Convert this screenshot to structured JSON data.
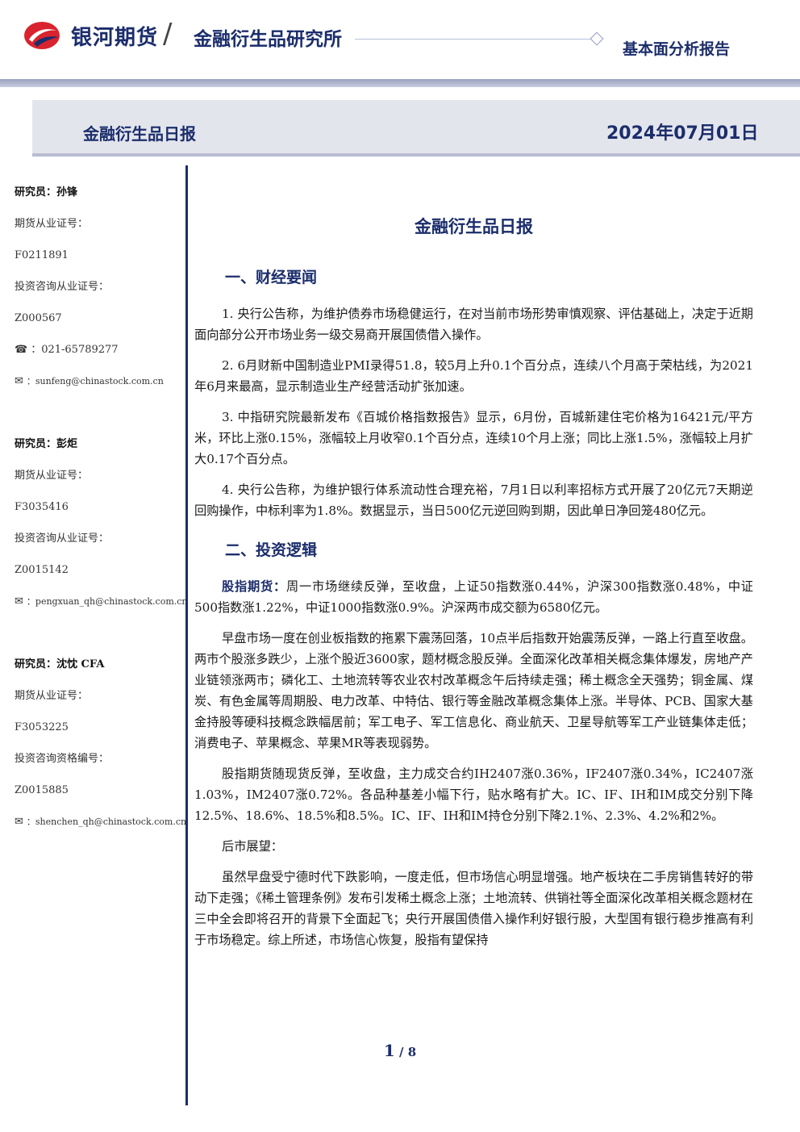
{
  "header": {
    "brand": "银河期货",
    "slash": "/",
    "institute": "金融衍生品研究所",
    "report_type": "基本面分析报告"
  },
  "banner": {
    "title": "金融衍生品日报",
    "date": "2024年07月01日"
  },
  "researchers": [
    {
      "label_name": "研究员：孙锋",
      "license_label": "期货从业证号：",
      "license": "F0211891",
      "consult_label": "投资咨询从业证号：",
      "consult": "Z000567",
      "phone_icon": "☎",
      "phone": "：021-65789277",
      "email_icon": "✉",
      "email": "：sunfeng@chinastock.com.cn"
    },
    {
      "label_name": "研究员：彭炬",
      "license_label": "期货从业证号：",
      "license": "F3035416",
      "consult_label": "投资咨询从业证号：",
      "consult": "Z0015142",
      "email_icon": "✉",
      "email": "：pengxuan_qh@chinastock.com.cn"
    },
    {
      "label_name": "研究员：沈忱  CFA",
      "license_label": "期货从业证号：",
      "license": "F3053225",
      "consult_label": "投资咨询资格编号：",
      "consult": "Z0015885",
      "email_icon": "✉",
      "email": "：shenchen_qh@chinastock.com.cn"
    }
  ],
  "doc": {
    "title": "金融衍生品日报",
    "section1": {
      "heading": "一、财经要闻",
      "items": [
        "1. 央行公告称，为维护债券市场稳健运行，在对当前市场形势审慎观察、评估基础上，决定于近期面向部分公开市场业务一级交易商开展国债借入操作。",
        "2. 6月财新中国制造业PMI录得51.8，较5月上升0.1个百分点，连续八个月高于荣枯线，为2021年6月来最高，显示制造业生产经营活动扩张加速。",
        "3. 中指研究院最新发布《百城价格指数报告》显示，6月份，百城新建住宅价格为16421元/平方米，环比上涨0.15%，涨幅较上月收窄0.1个百分点，连续10个月上涨；同比上涨1.5%，涨幅较上月扩大0.17个百分点。",
        "4. 央行公告称，为维护银行体系流动性合理充裕，7月1日以利率招标方式开展了20亿元7天期逆回购操作，中标利率为1.8%。数据显示，当日500亿元逆回购到期，因此单日净回笼480亿元。"
      ]
    },
    "section2": {
      "heading": "二、投资逻辑",
      "lead_label": "股指期货：",
      "lead_text": "周一市场继续反弹，至收盘，上证50指数涨0.44%，沪深300指数涨0.48%，中证500指数涨1.22%，中证1000指数涨0.9%。沪深两市成交额为6580亿元。",
      "paragraphs": [
        "早盘市场一度在创业板指数的拖累下震荡回落，10点半后指数开始震荡反弹，一路上行直至收盘。两市个股涨多跌少，上涨个股近3600家，题材概念股反弹。全面深化改革相关概念集体爆发，房地产产业链领涨两市；磷化工、土地流转等农业农村改革概念午后持续走强；稀土概念全天强势；铜金属、煤炭、有色金属等周期股、电力改革、中特估、银行等金融改革概念集体上涨。半导体、PCB、国家大基金持股等硬科技概念跌幅居前；军工电子、军工信息化、商业航天、卫星导航等军工产业链集体走低；消费电子、苹果概念、苹果MR等表现弱势。",
        "股指期货随现货反弹，至收盘，主力成交合约IH2407涨0.36%，IF2407涨0.34%，IC2407涨1.03%，IM2407涨0.72%。各品种基差小幅下行，贴水略有扩大。IC、IF、IH和IM成交分别下降12.5%、18.6%、18.5%和8.5%。IC、IF、IH和IM持仓分别下降2.1%、2.3%、4.2%和2%。",
        "后市展望：",
        "虽然早盘受宁德时代下跌影响，一度走低，但市场信心明显增强。地产板块在二手房销售转好的带动下走强；《稀土管理条例》发布引发稀土概念上涨；土地流转、供销社等全面深化改革相关概念题材在三中全会即将召开的背景下全面起飞；央行开展国债借入操作利好银行股，大型国有银行稳步推高有利于市场稳定。综上所述，市场信心恢复，股指有望保持"
      ]
    }
  },
  "footer": {
    "page": "1",
    "sep": " / ",
    "total": "8"
  },
  "colors": {
    "brand_navy": "#1b2d6b",
    "logo_red": "#d9232e",
    "banner_bg": "#e3e5ec"
  }
}
